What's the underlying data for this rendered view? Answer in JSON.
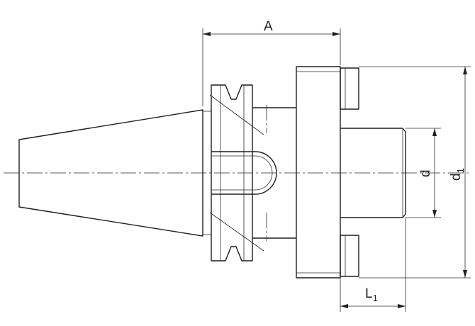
{
  "dimensions": {
    "A": {
      "label": "A"
    },
    "d": {
      "label": "d"
    },
    "d1": {
      "label": "d",
      "subscript": "1"
    },
    "L1": {
      "label": "L",
      "subscript": "1"
    }
  }
}
